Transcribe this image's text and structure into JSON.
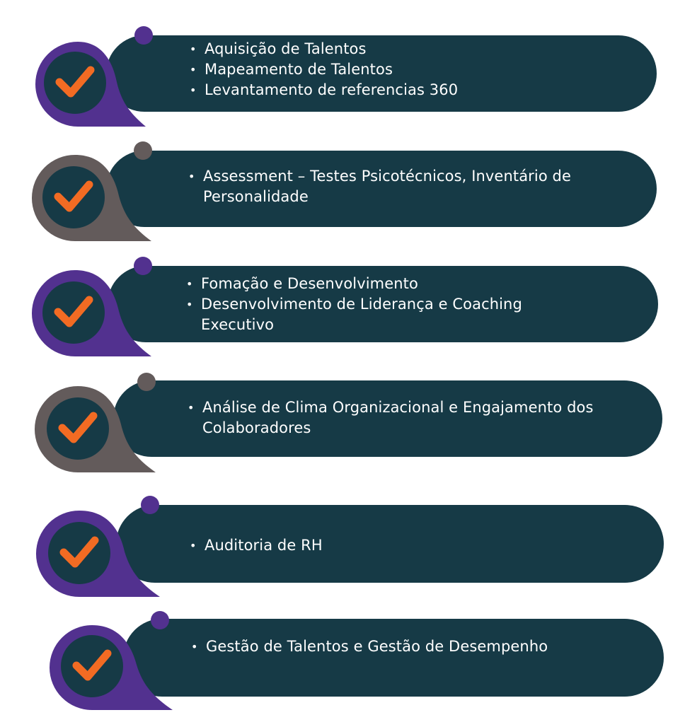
{
  "colors": {
    "pill": "#163a46",
    "purple": "#52318f",
    "grey": "#635b5b",
    "disk": "#163a46",
    "check": "#f26b23"
  },
  "items": [
    {
      "accent": "purple",
      "icon": "check-icon",
      "bullets": [
        "Aquisição de Talentos",
        "Mapeamento de Talentos",
        "Levantamento de referencias 360"
      ]
    },
    {
      "accent": "grey",
      "icon": "check-icon",
      "bullets": [
        "Assessment – Testes Psicotécnicos, Inventário de Personalidade"
      ]
    },
    {
      "accent": "purple",
      "icon": "check-icon",
      "bullets": [
        "Fomação e Desenvolvimento",
        "Desenvolvimento de Liderança e Coaching Executivo"
      ]
    },
    {
      "accent": "grey",
      "icon": "check-icon",
      "bullets": [
        "Análise de Clima Organizacional e Engajamento dos Colaboradores"
      ]
    },
    {
      "accent": "purple",
      "icon": "check-icon",
      "bullets": [
        "Auditoria de RH"
      ]
    },
    {
      "accent": "purple",
      "icon": "check-icon",
      "bullets": [
        "Gestão de Talentos e Gestão de Desempenho"
      ]
    }
  ]
}
